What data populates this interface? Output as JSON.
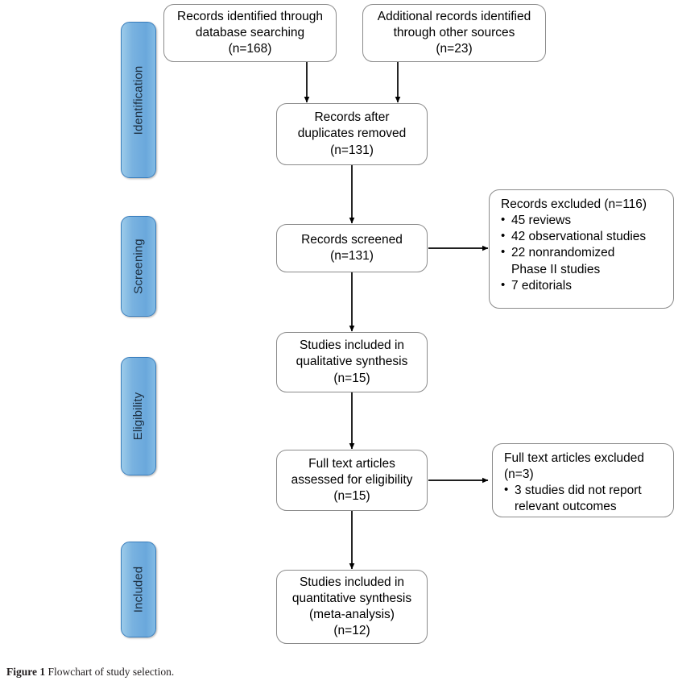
{
  "figure": {
    "caption_label": "Figure",
    "caption_number": "1",
    "caption_text": "Flowchart of study selection.",
    "accent_color": "#6aa8dc",
    "box_border_color": "#8b8b8b",
    "arrow_color": "#000000"
  },
  "stages": [
    {
      "label": "Identification"
    },
    {
      "label": "Screening"
    },
    {
      "label": "Eligibility"
    },
    {
      "label": "Included"
    }
  ],
  "boxes": {
    "identified_database": {
      "lines": [
        "Records identified through",
        "database searching",
        "(n=168)"
      ],
      "count": 168
    },
    "identified_other": {
      "lines": [
        "Additional records identified",
        "through other sources",
        "(n=23)"
      ],
      "count": 23
    },
    "after_duplicates": {
      "lines": [
        "Records after",
        "duplicates removed",
        "(n=131)"
      ],
      "count": 131
    },
    "screened": {
      "lines": [
        "Records screened",
        "(n=131)"
      ],
      "count": 131
    },
    "qualitative": {
      "lines": [
        "Studies included in",
        "qualitative synthesis",
        "(n=15)"
      ],
      "count": 15
    },
    "fulltext_assessed": {
      "lines": [
        "Full text articles",
        "assessed for eligibility",
        "(n=15)"
      ],
      "count": 15
    },
    "quantitative": {
      "lines": [
        "Studies included in",
        "quantitative synthesis",
        "(meta-analysis)",
        "(n=12)"
      ],
      "count": 12
    },
    "records_excluded": {
      "heading": "Records excluded (n=116)",
      "count": 116,
      "items": [
        {
          "text": "45 reviews",
          "cont": ""
        },
        {
          "text": "42 observational studies",
          "cont": ""
        },
        {
          "text": "22 nonrandomized",
          "cont": "Phase II studies"
        },
        {
          "text": "7 editorials",
          "cont": ""
        }
      ]
    },
    "fulltext_excluded": {
      "heading_line_1": "Full text articles excluded",
      "heading_line_2": "(n=3)",
      "count": 3,
      "items": [
        {
          "text": "3 studies did not report",
          "cont": "relevant outcomes"
        }
      ]
    }
  }
}
